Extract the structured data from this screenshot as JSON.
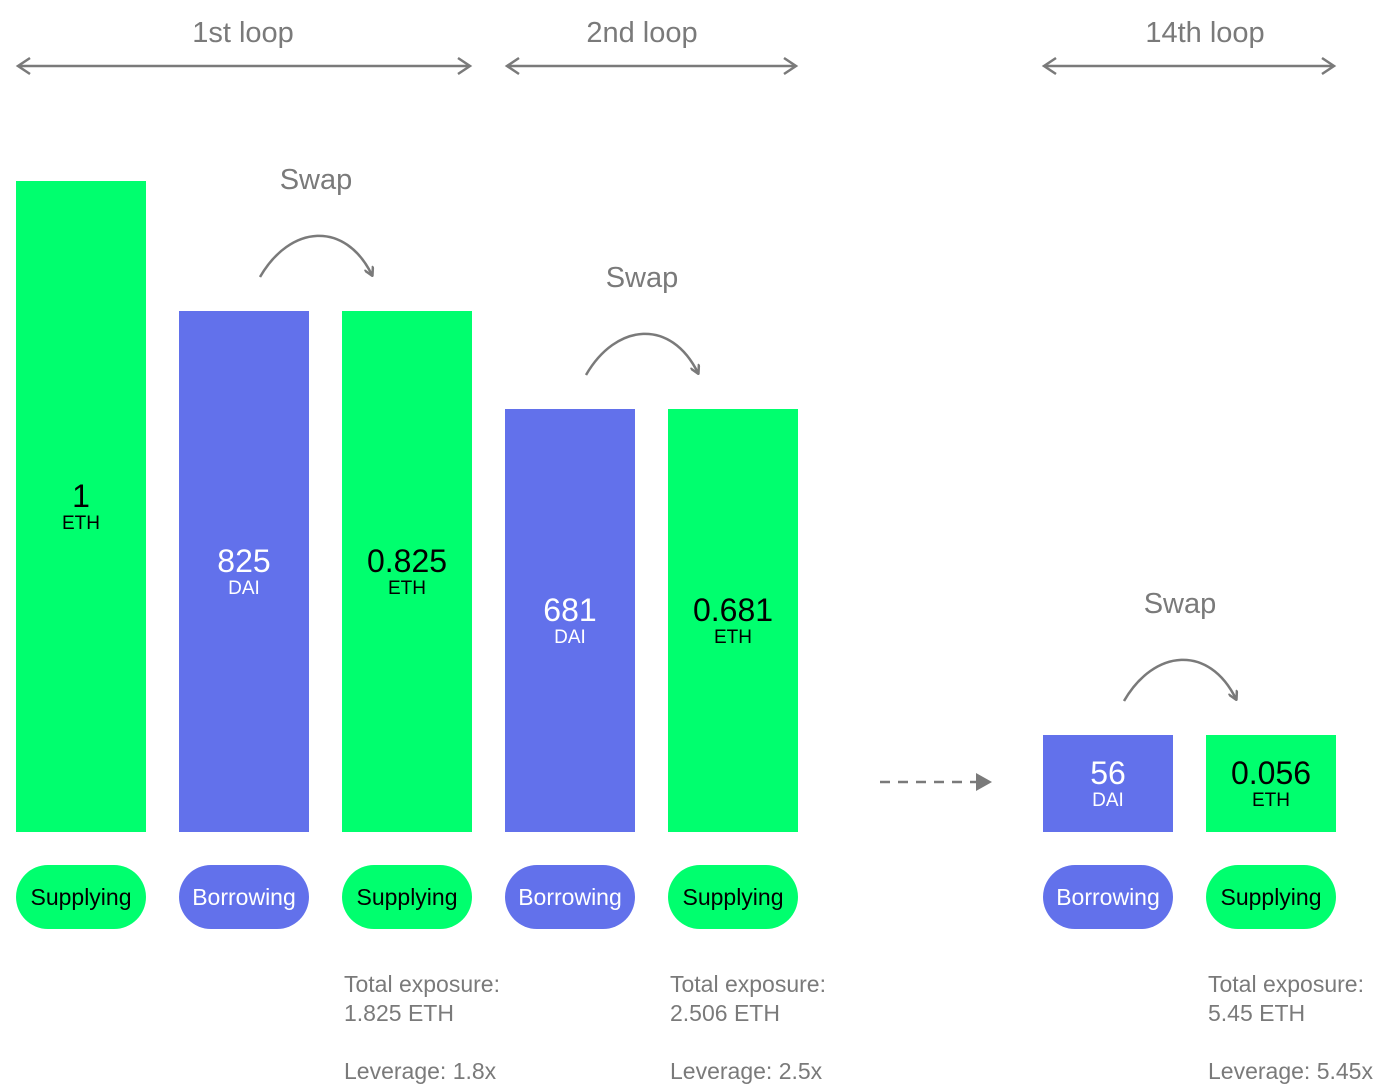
{
  "loops": [
    {
      "label": "1st loop"
    },
    {
      "label": "2nd loop"
    },
    {
      "label": "14th loop"
    }
  ],
  "swap_label": "Swap",
  "bars": [
    {
      "value": "1",
      "unit": "ETH",
      "pill": "Supplying",
      "kind": "supply"
    },
    {
      "value": "825",
      "unit": "DAI",
      "pill": "Borrowing",
      "kind": "borrow"
    },
    {
      "value": "0.825",
      "unit": "ETH",
      "pill": "Supplying",
      "kind": "supply"
    },
    {
      "value": "681",
      "unit": "DAI",
      "pill": "Borrowing",
      "kind": "borrow"
    },
    {
      "value": "0.681",
      "unit": "ETH",
      "pill": "Supplying",
      "kind": "supply"
    },
    {
      "value": "56",
      "unit": "DAI",
      "pill": "Borrowing",
      "kind": "borrow"
    },
    {
      "value": "0.056",
      "unit": "ETH",
      "pill": "Supplying",
      "kind": "supply"
    }
  ],
  "summaries": [
    {
      "exposure_label": "Total exposure:",
      "exposure_value": "1.825 ETH",
      "leverage": "Leverage: 1.8x"
    },
    {
      "exposure_label": "Total exposure:",
      "exposure_value": "2.506 ETH",
      "leverage": "Leverage: 2.5x"
    },
    {
      "exposure_label": "Total exposure:",
      "exposure_value": "5.45 ETH",
      "leverage": "Leverage: 5.45x"
    }
  ],
  "colors": {
    "supply": "#00ff6e",
    "borrow": "#6271eb",
    "annotation": "#7a7a7a"
  }
}
